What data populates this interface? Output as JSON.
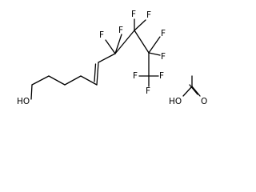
{
  "molecule": {
    "atom_labels": {
      "hydroxyl": "HO",
      "fluorine": "F",
      "acetic_oh": "HO",
      "acetic_o": "O"
    }
  }
}
